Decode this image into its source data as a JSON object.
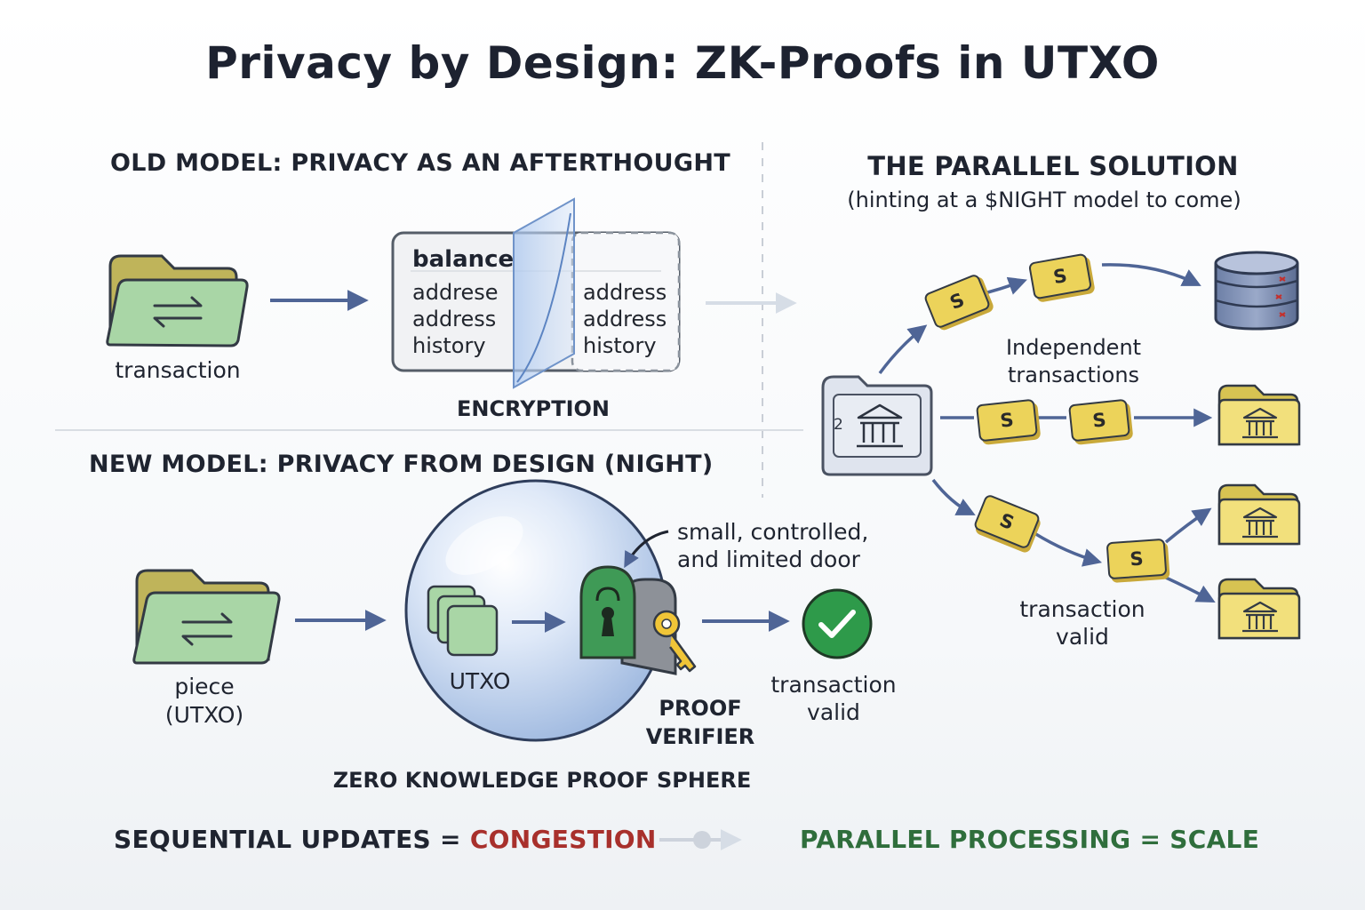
{
  "title": "Privacy by Design: ZK-Proofs in UTXO",
  "old_model": {
    "heading": "OLD MODEL: PRIVACY AS AN AFTERTHOUGHT",
    "transaction_label": "transaction",
    "card": {
      "header": "balance",
      "left_lines": [
        "addrese",
        "address",
        "history"
      ],
      "right_lines": [
        "address",
        "address",
        "history"
      ]
    },
    "encryption_label": "ENCRYPTION"
  },
  "new_model": {
    "heading": "NEW MODEL: PRIVACY FROM DESIGN (NIGHT)",
    "piece_label_line1": "piece",
    "piece_label_line2": "(UTXO)",
    "utxo_label": "UTXO",
    "door_note_line1": "small, controlled,",
    "door_note_line2": "and limited door",
    "verifier_line1": "PROOF",
    "verifier_line2": "VERIFIER",
    "valid_line1": "transaction",
    "valid_line2": "valid",
    "sphere_label": "ZERO KNOWLEDGE PROOF SPHERE"
  },
  "parallel": {
    "heading": "THE PARALLEL SOLUTION",
    "subheading": "(hinting at a $NIGHT model to come)",
    "source_number": "2",
    "coin_symbol": "S",
    "independent_line1": "Independent",
    "independent_line2": "transactions",
    "valid_line1": "transaction",
    "valid_line2": "valid"
  },
  "footer": {
    "left_text": "SEQUENTIAL UPDATES = ",
    "left_highlight": "CONGESTION",
    "right_text": "PARALLEL PROCESSING = SCALE"
  },
  "colors": {
    "arrow": "#4f6596",
    "folder_green": "#a9d6a6",
    "folder_tab": "#bfb45a",
    "folder_yellow": "#f2e07c",
    "coin": "#ecd35a",
    "congestion": "#a8302c",
    "scale": "#2f6e3c",
    "check": "#2e9a4a"
  }
}
